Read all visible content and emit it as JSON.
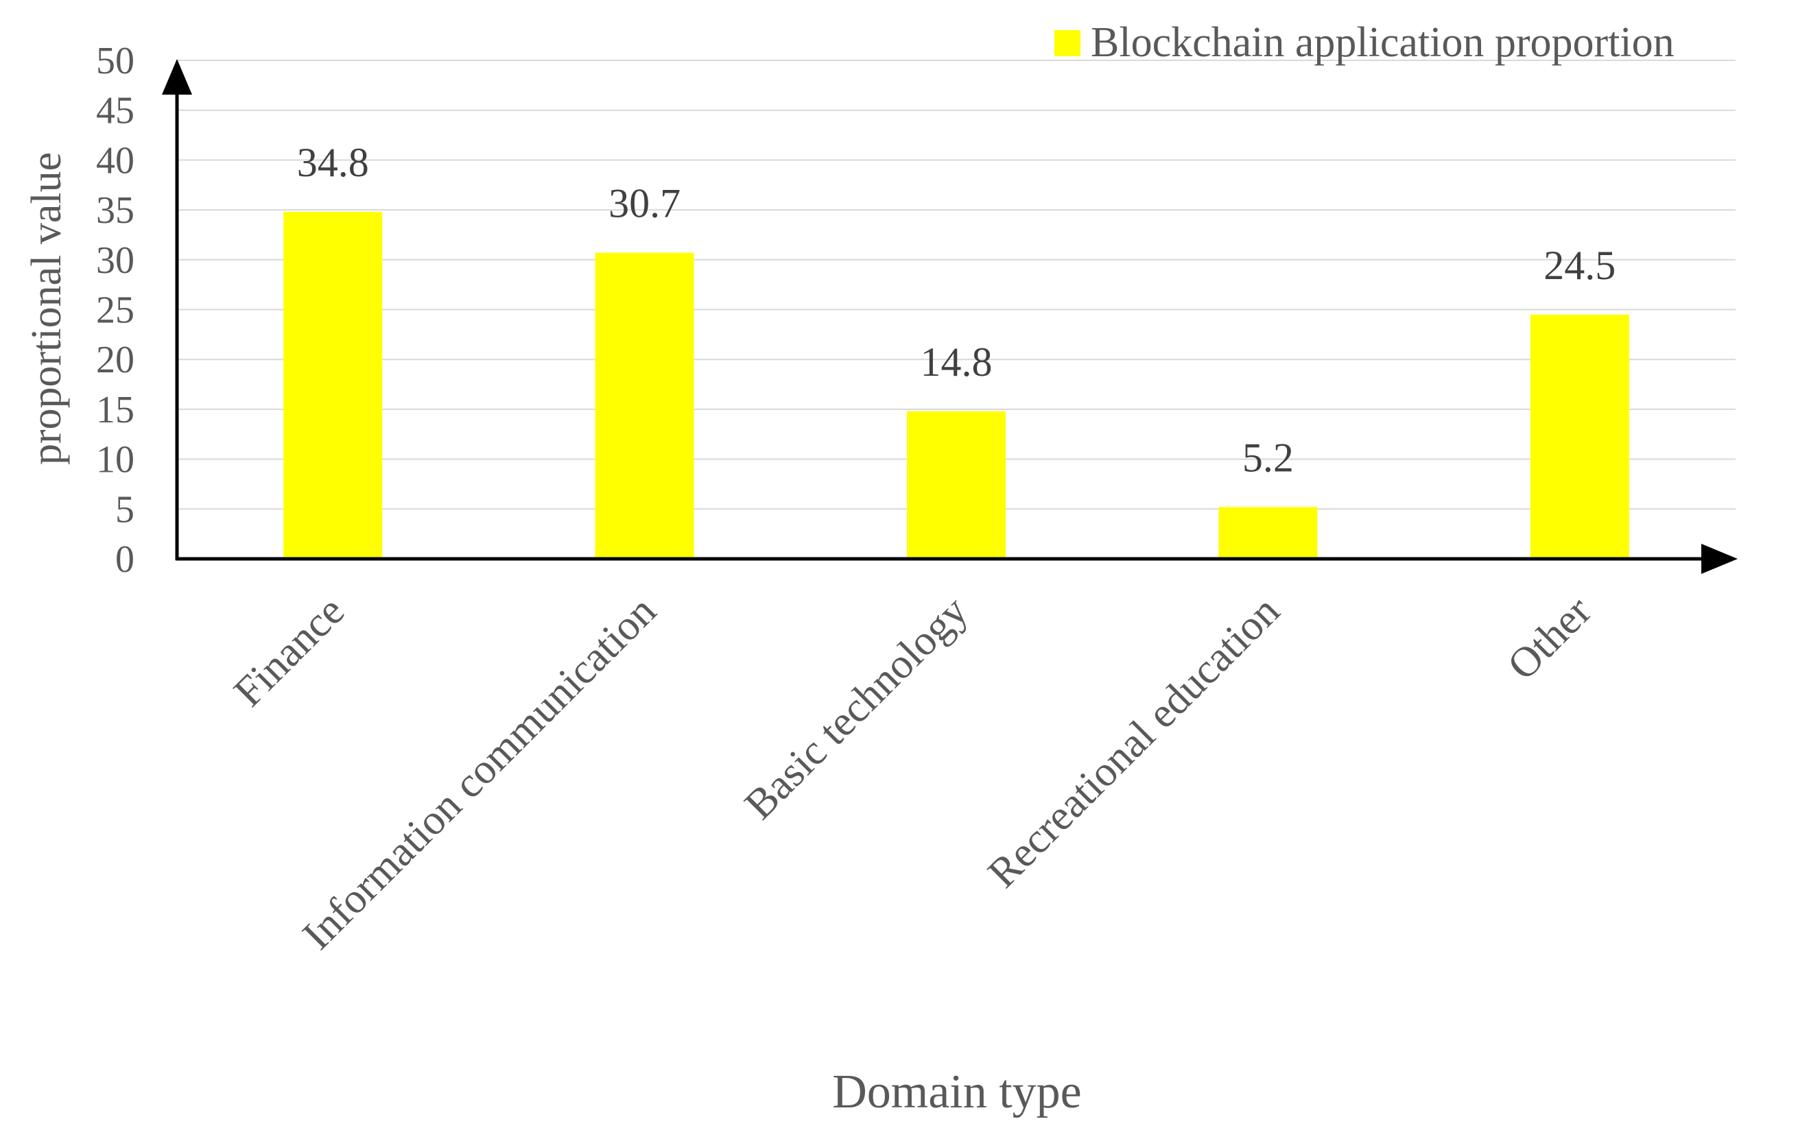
{
  "chart_data": {
    "type": "bar",
    "categories": [
      "Finance",
      "Information communication",
      "Basic technology",
      "Recreational education",
      "Other"
    ],
    "series": [
      {
        "name": "Blockchain application proportion",
        "values": [
          34.8,
          30.7,
          14.8,
          5.2,
          24.5
        ],
        "color": "#ffff00"
      }
    ],
    "data_labels": [
      "34.8",
      "30.7",
      "14.8",
      "5.2",
      "24.5"
    ],
    "xlabel": "Domain type",
    "ylabel": "proportional value",
    "ylim": [
      0,
      50
    ],
    "yticks": [
      0,
      5,
      10,
      15,
      20,
      25,
      30,
      35,
      40,
      45,
      50
    ],
    "grid": true,
    "legend_position": "top-right"
  },
  "colors": {
    "bar": "#ffff00",
    "axis": "#000000",
    "grid": "#d9d9d9",
    "text": "#595959",
    "label_text": "#404040"
  }
}
